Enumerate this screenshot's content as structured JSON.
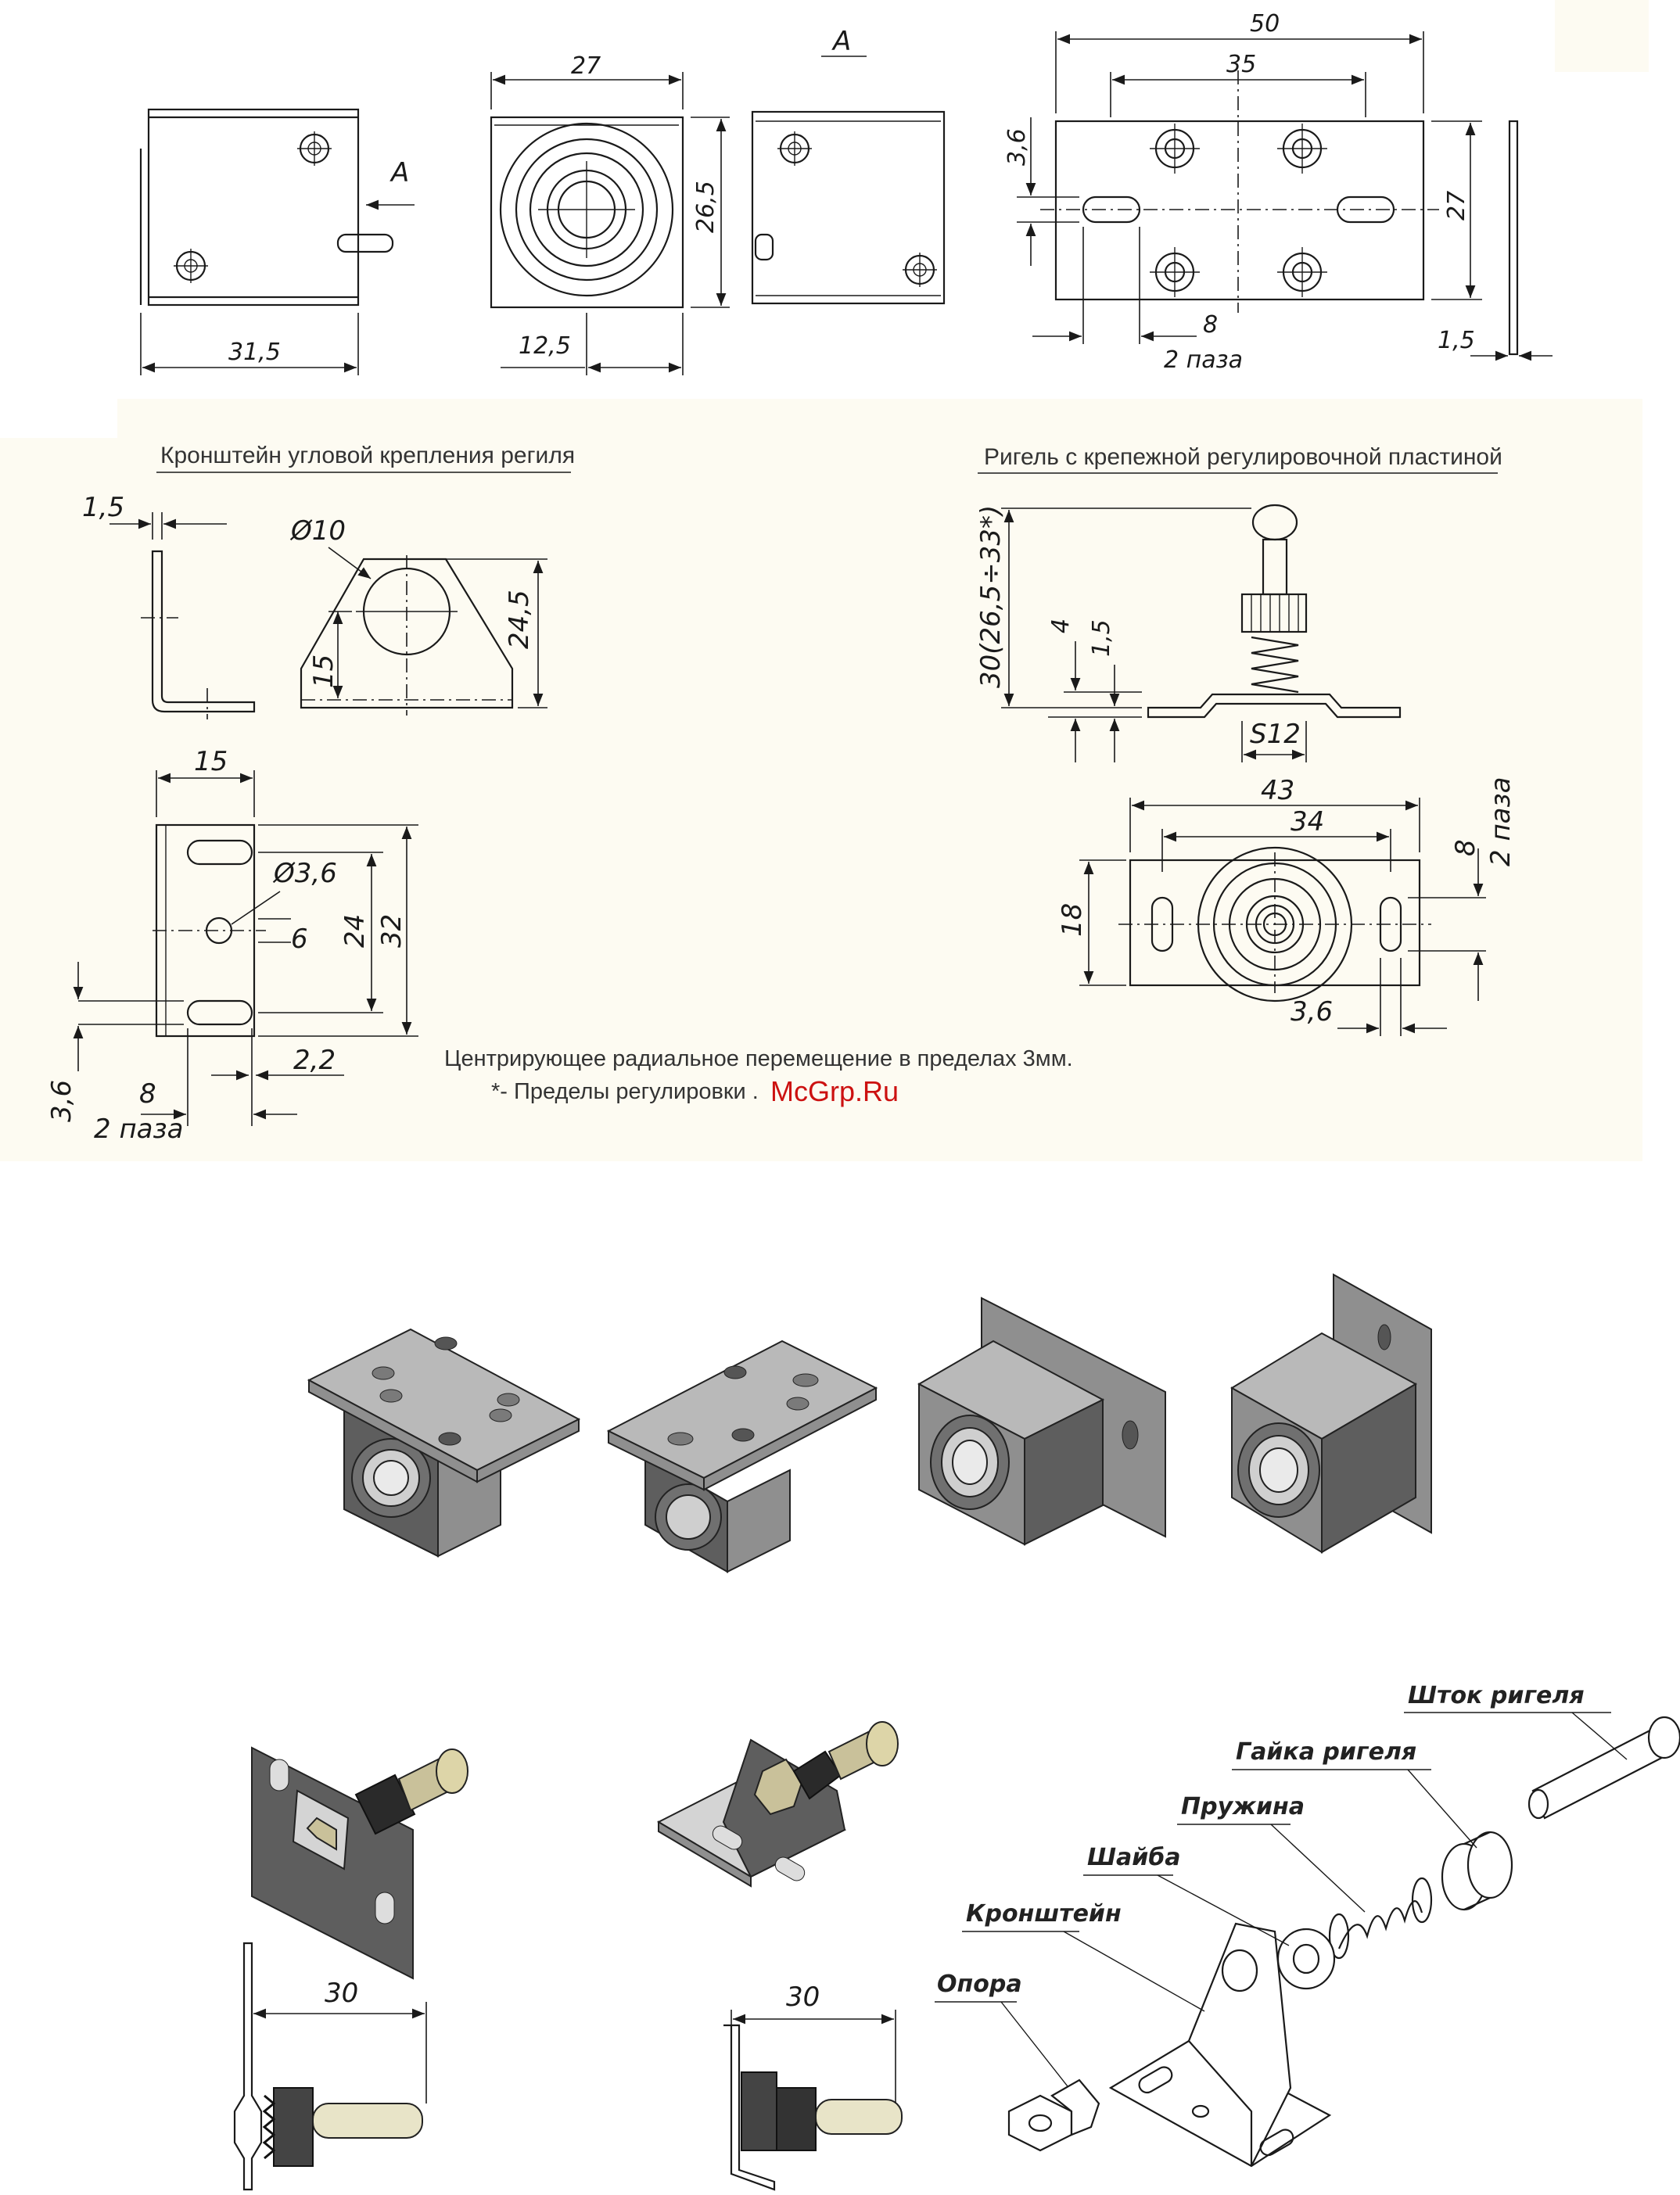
{
  "colors": {
    "panel_background": "#fdfbf2",
    "ink": "#1a1a1a",
    "watermark": "#cc1111",
    "metal": "#9a9a9a"
  },
  "top_views": {
    "view_label": "A",
    "arrow_label": "A",
    "dims": {
      "width_31_5": "31,5",
      "width_27": "27",
      "height_26_5": "26,5",
      "offset_12_5": "12,5",
      "plate_50": "50",
      "plate_35": "35",
      "plate_27": "27",
      "plate_3_6": "3,6",
      "plate_8": "8",
      "plate_2_slots": "2 паза",
      "plate_1_5": "1,5"
    }
  },
  "bracket_section": {
    "title": "Кронштейн угловой крепления региля",
    "dims": {
      "t1_5": "1,5",
      "d10": "Ø10",
      "h24_5": "24,5",
      "h15": "15",
      "w15": "15",
      "d3_6": "Ø3,6",
      "s6": "6",
      "h24": "24",
      "h32": "32",
      "s3_6": "3,6",
      "s8": "8",
      "slots": "2 паза",
      "s2_2": "2,2"
    }
  },
  "bolt_section": {
    "title": "Ригель с крепежной регулировочной пластиной",
    "dims": {
      "h30": "30(26,5÷33*)",
      "h4": "4",
      "h1_5": "1,5",
      "s12": "S12",
      "w43": "43",
      "w34": "34",
      "h8": "8",
      "slots": "2 паза",
      "h18": "18",
      "w3_6": "3,6"
    }
  },
  "notes": {
    "line1": "Центрирующее радиальное перемещение в пределах 3мм.",
    "line2": "*- Пределы регулировки .",
    "watermark": "McGrp.Ru"
  },
  "assembly": {
    "dim_30_left": "30",
    "dim_30_right": "30",
    "labels": {
      "rod": "Шток ригеля",
      "nut": "Гайка ригеля",
      "spring": "Пружина",
      "washer": "Шайба",
      "bracket": "Кронштейн",
      "support": "Опора"
    }
  }
}
